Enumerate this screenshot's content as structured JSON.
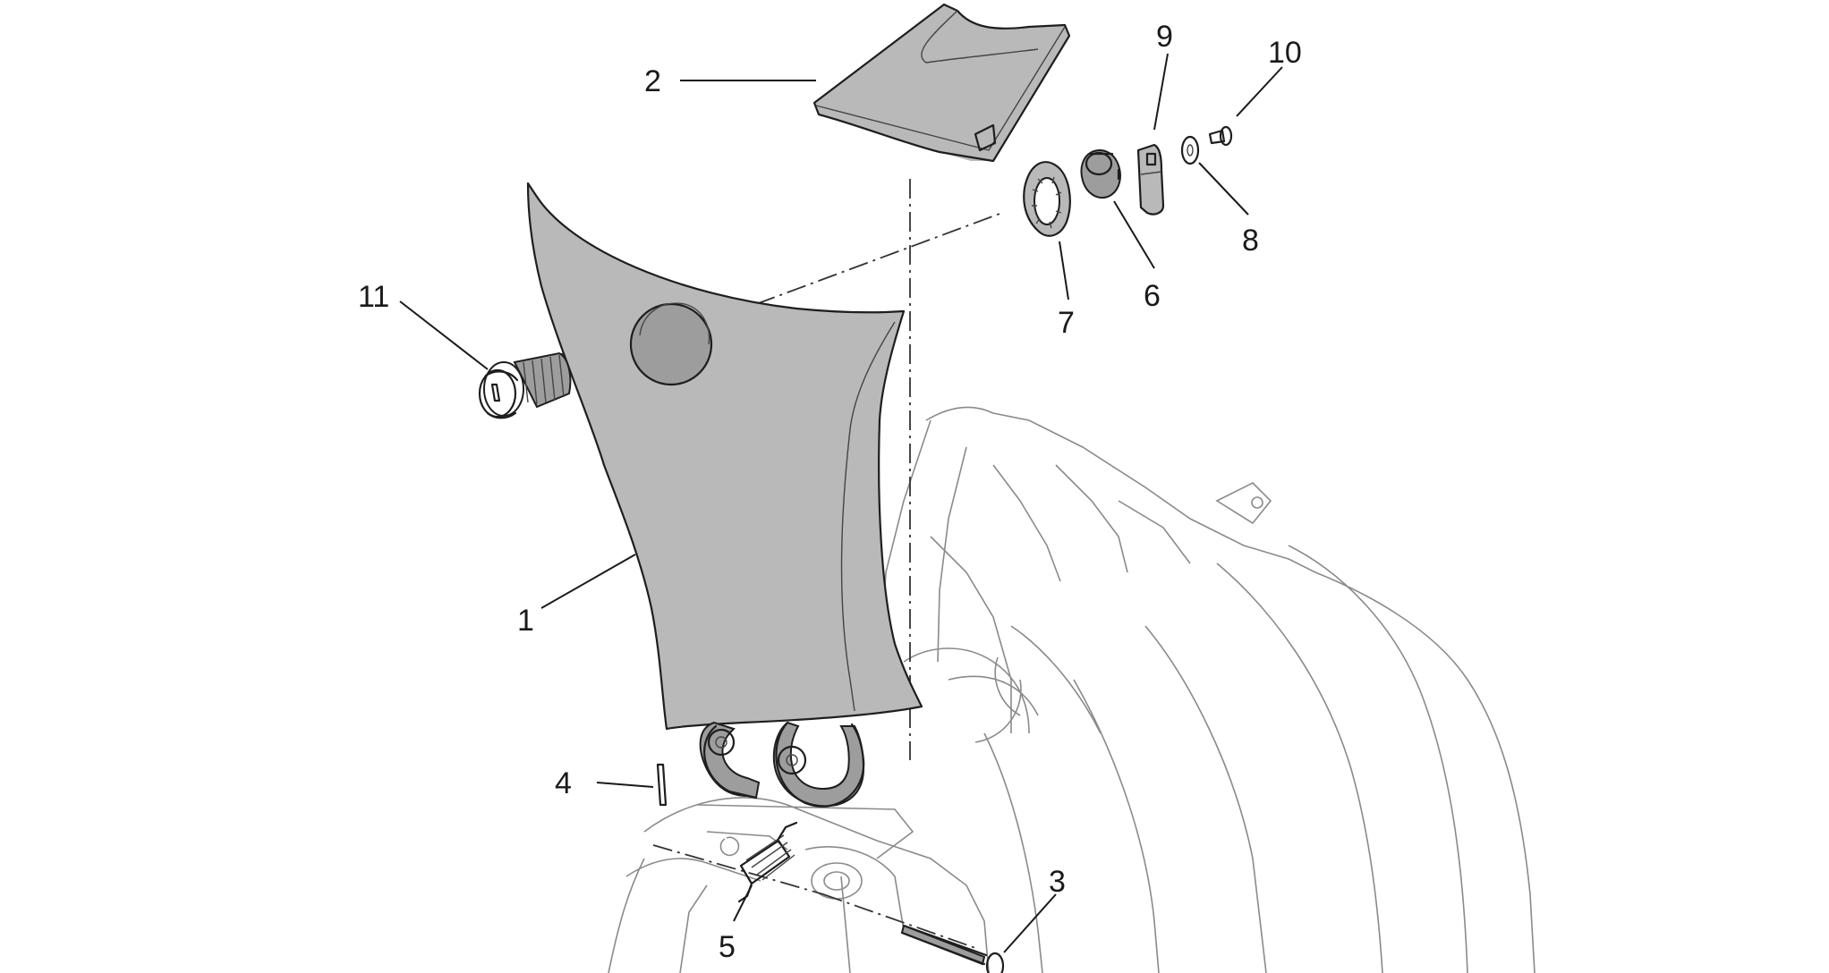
{
  "callouts": [
    {
      "id": "1",
      "label": "1"
    },
    {
      "id": "2",
      "label": "2"
    },
    {
      "id": "3",
      "label": "3"
    },
    {
      "id": "4",
      "label": "4"
    },
    {
      "id": "5",
      "label": "5"
    },
    {
      "id": "6",
      "label": "6"
    },
    {
      "id": "7",
      "label": "7"
    },
    {
      "id": "8",
      "label": "8"
    },
    {
      "id": "9",
      "label": "9"
    },
    {
      "id": "10",
      "label": "10"
    },
    {
      "id": "11",
      "label": "11"
    }
  ],
  "colors": {
    "part_fill": "#b9b9b9",
    "part_shade": "#9d9d9d",
    "line": "#1e1e1e",
    "background": "#ffffff"
  }
}
